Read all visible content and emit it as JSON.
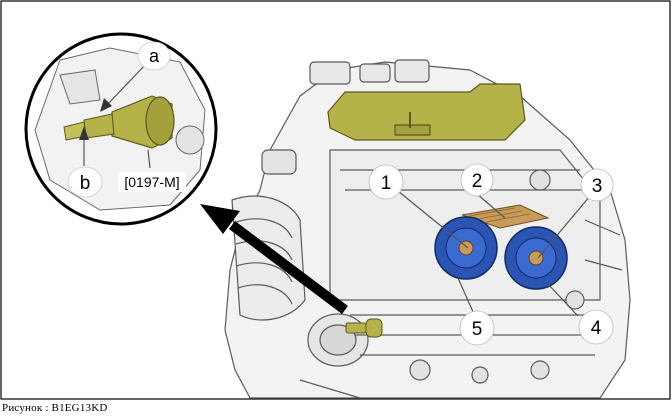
{
  "figure": {
    "callouts": {
      "c1": "1",
      "c2": "2",
      "c3": "3",
      "c4": "4",
      "c5": "5"
    },
    "detail": {
      "label_a": "a",
      "label_b": "b",
      "tool_code": "[0197-M]"
    },
    "caption": "Рисунок : B1EG13KD"
  },
  "colors": {
    "tool_yellow": "#b5b24a",
    "sprocket_blue": "#2a55b3",
    "chain_orange": "#c99a5a",
    "line_gray": "#555555"
  }
}
